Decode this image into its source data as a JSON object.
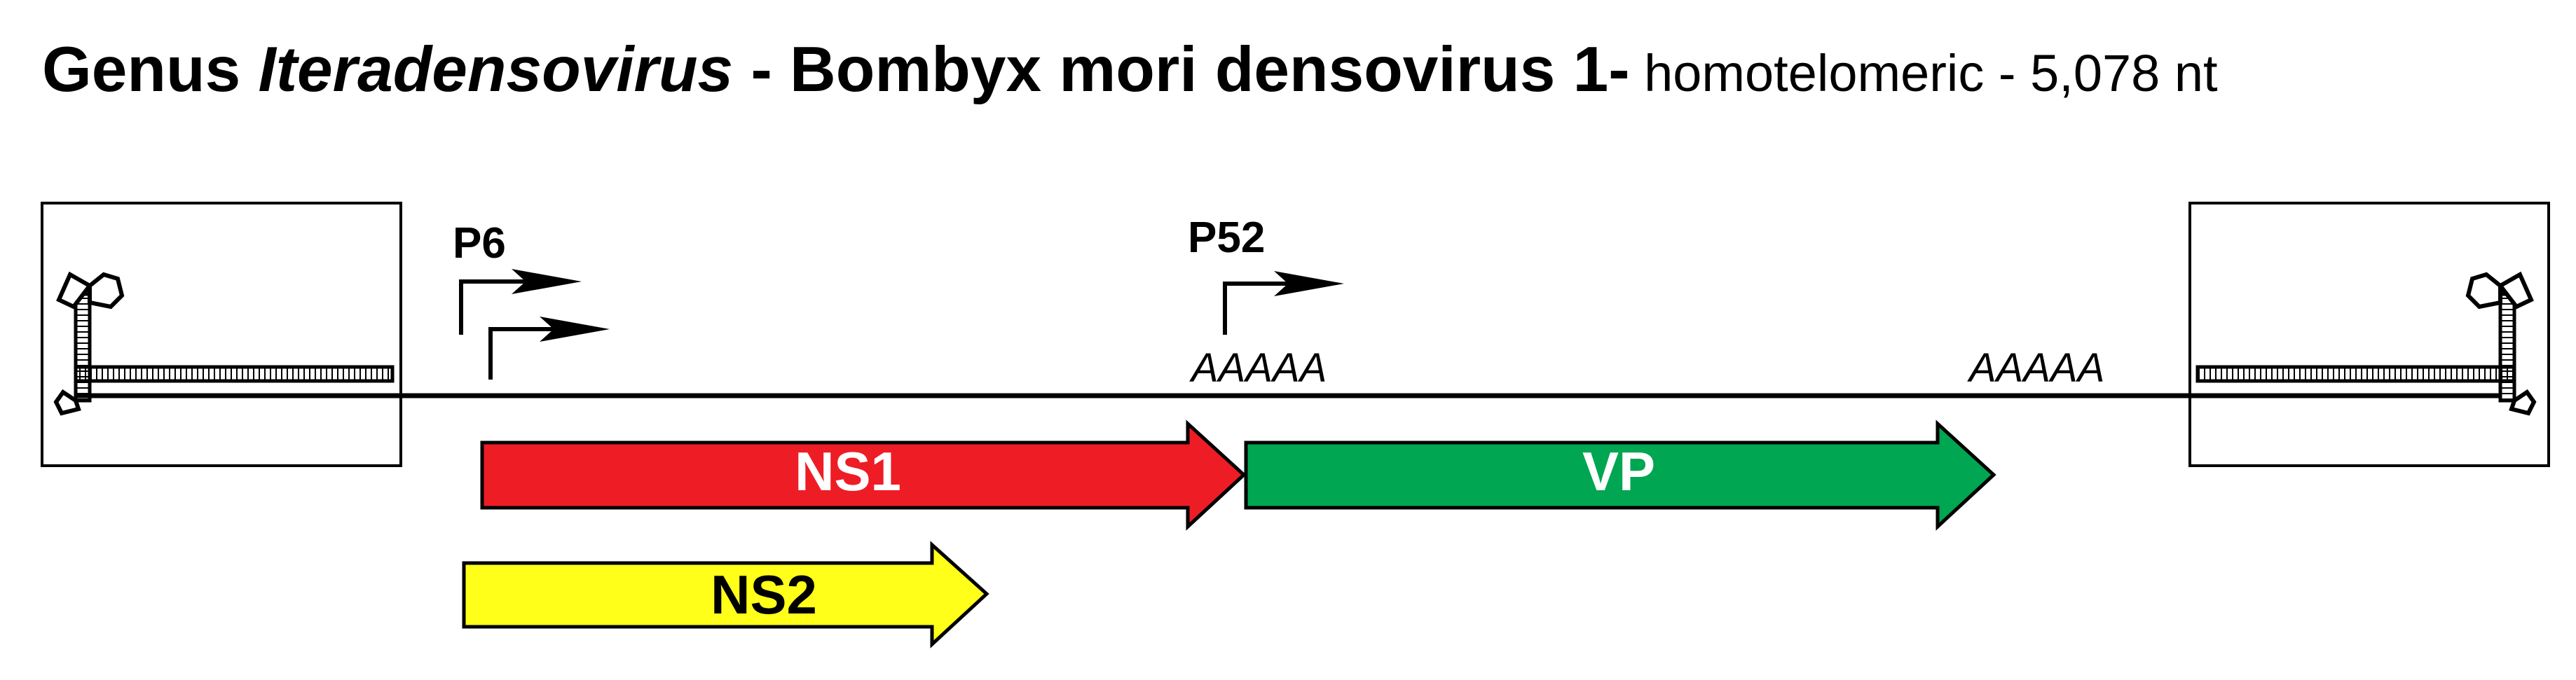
{
  "title": {
    "prefix": "Genus ",
    "genus": "Iteradensovirus",
    "separator": " - ",
    "virus": "Bombyx mori densovirus 1-",
    "details": " homotelomeric - 5,078 nt"
  },
  "promoters": [
    {
      "label": "P6"
    },
    {
      "label": "P52"
    }
  ],
  "polyA_signals": [
    {
      "label": "AAAAA"
    },
    {
      "label": "AAAAA"
    }
  ],
  "orfs": [
    {
      "label": "NS1",
      "color": "#ee1c25",
      "text_color": "#ffffff"
    },
    {
      "label": "VP",
      "color": "#00a651",
      "text_color": "#ffffff"
    },
    {
      "label": "NS2",
      "color": "#ffff1a",
      "text_color": "#000000"
    }
  ],
  "colors": {
    "line": "#000000",
    "background": "#ffffff"
  }
}
